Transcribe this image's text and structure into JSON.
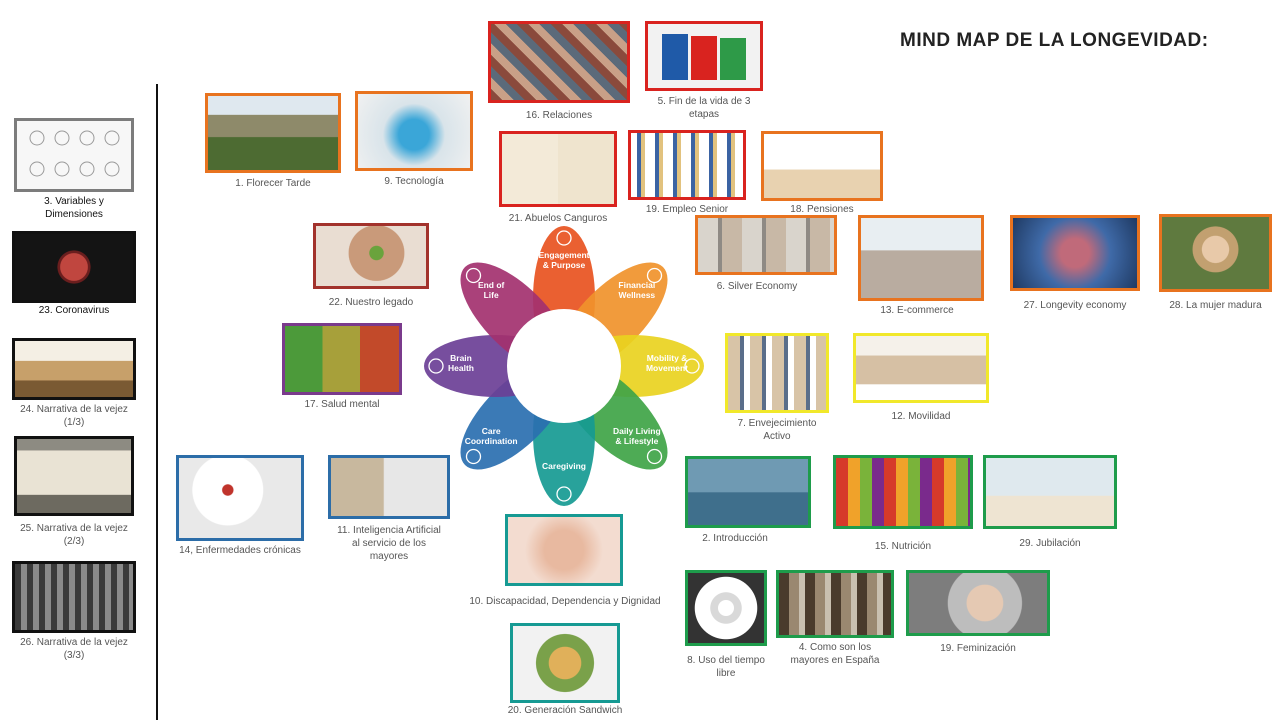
{
  "title": "MIND MAP DE LA LONGEVIDAD:",
  "colors": {
    "red": "#d9231f",
    "orange": "#e8731f",
    "yellow": "#f1e82a",
    "green": "#1e9c4b",
    "blue": "#2c6da8",
    "purple": "#7a3a8c",
    "gray": "#7c7c7c",
    "dark": "#111111"
  },
  "sidebar": [
    {
      "id": "sb-3",
      "caption": "3. Variables y Dimensiones"
    },
    {
      "id": "sb-23",
      "caption": "23. Coronavirus"
    },
    {
      "id": "sb-24",
      "caption": "24. Narrativa de la vejez (1/3)"
    },
    {
      "id": "sb-25",
      "caption": "25. Narrativa de la vejez (2/3)"
    },
    {
      "id": "sb-26",
      "caption": "26. Narrativa de la vejez (3/3)"
    }
  ],
  "tiles": [
    {
      "id": "t1",
      "caption": "1. Florecer Tarde"
    },
    {
      "id": "t9",
      "caption": "9. Tecnología"
    },
    {
      "id": "t16",
      "caption": "16. Relaciones"
    },
    {
      "id": "t5",
      "caption": "5. Fin de la vida de 3 etapas"
    },
    {
      "id": "t21",
      "caption": "21. Abuelos Canguros"
    },
    {
      "id": "t19a",
      "caption": "19. Empleo Senior"
    },
    {
      "id": "t18",
      "caption": "18. Pensiones"
    },
    {
      "id": "t22",
      "caption": "22. Nuestro legado"
    },
    {
      "id": "t6",
      "caption": "6. Silver Economy"
    },
    {
      "id": "t13",
      "caption": "13. E-commerce"
    },
    {
      "id": "t27",
      "caption": "27. Longevity economy"
    },
    {
      "id": "t28",
      "caption": "28. La mujer madura"
    },
    {
      "id": "t17",
      "caption": "17. Salud mental"
    },
    {
      "id": "t7",
      "caption": "7. Envejecimiento Activo"
    },
    {
      "id": "t12",
      "caption": "12. Movilidad"
    },
    {
      "id": "t14",
      "caption": "14, Enfermedades crónicas"
    },
    {
      "id": "t11",
      "caption": "11. Inteligencia Artificial al servicio de los mayores"
    },
    {
      "id": "t10",
      "caption": "10. Discapacidad, Dependencia y Dignidad"
    },
    {
      "id": "t2",
      "caption": "2. Introducción"
    },
    {
      "id": "t15",
      "caption": "15. Nutrición"
    },
    {
      "id": "t29",
      "caption": "29. Jubilación"
    },
    {
      "id": "t20",
      "caption": "20. Generación Sandwich"
    },
    {
      "id": "t8",
      "caption": "8. Uso del tiempo libre"
    },
    {
      "id": "t4",
      "caption": "4. Como son los mayores en España"
    },
    {
      "id": "t19b",
      "caption": "19. Feminización"
    }
  ],
  "flower": [
    {
      "lines": [
        "Engagement",
        "& Purpose"
      ],
      "color": "#e8531f",
      "icon": "people-icon"
    },
    {
      "lines": [
        "Financial",
        "Wellness"
      ],
      "color": "#f0922b",
      "icon": "money-bag-icon"
    },
    {
      "lines": [
        "Mobility &",
        "Movement"
      ],
      "color": "#e9d21f",
      "icon": "walking-icon"
    },
    {
      "lines": [
        "Daily Living",
        "& Lifestyle"
      ],
      "color": "#3fa447",
      "icon": "lifestyle-icon"
    },
    {
      "lines": [
        "Caregiving"
      ],
      "color": "#169a93",
      "icon": "caregiving-icon"
    },
    {
      "lines": [
        "Care",
        "Coordination"
      ],
      "color": "#2a6fb0",
      "icon": "coordination-icon"
    },
    {
      "lines": [
        "Brain",
        "Health"
      ],
      "color": "#6b3f96",
      "icon": "brain-icon"
    },
    {
      "lines": [
        "End of",
        "Life"
      ],
      "color": "#a3316f",
      "icon": "heart-hands-icon"
    }
  ]
}
